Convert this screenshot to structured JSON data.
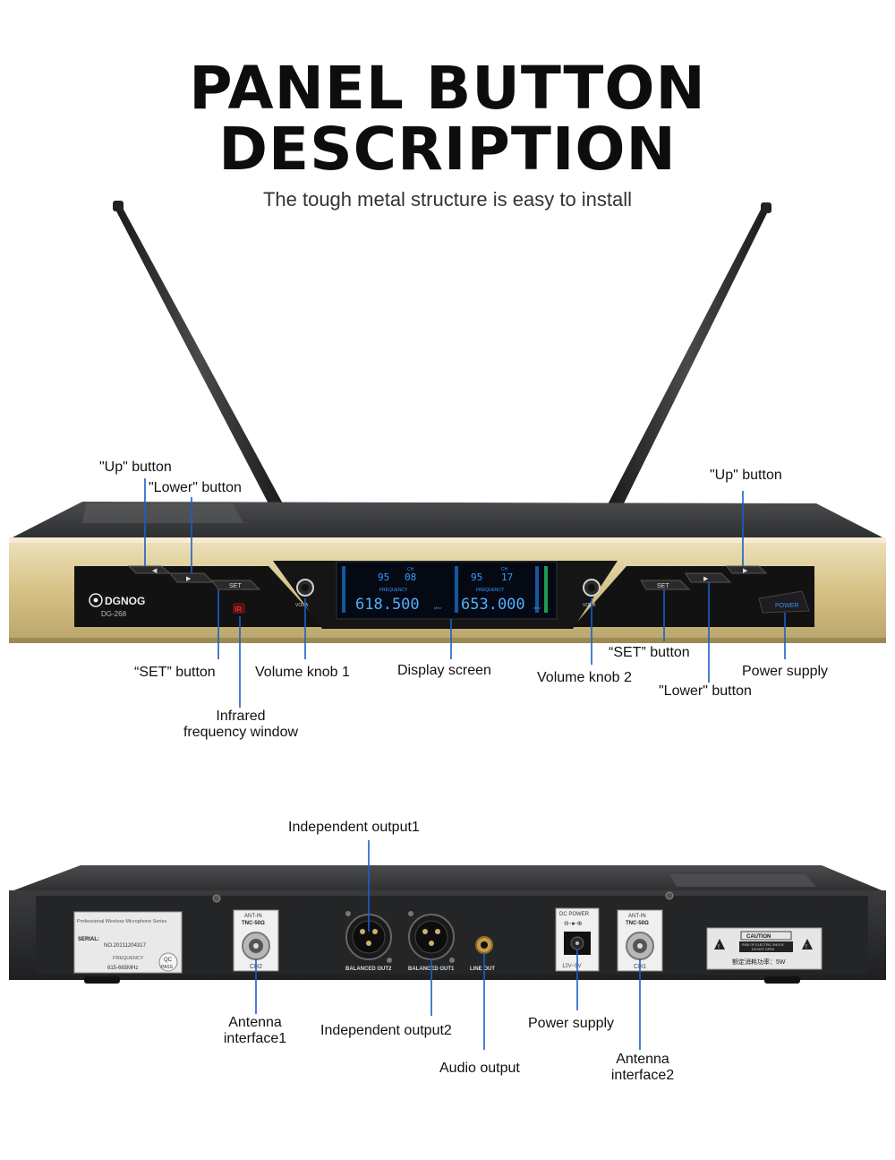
{
  "heading": {
    "line1": "PANEL BUTTON",
    "line2": "DESCRIPTION",
    "subtitle": "The tough metal structure is easy to install"
  },
  "front_panel": {
    "brand": "DGNOG",
    "model": "DG-268",
    "button_set_left": "SET",
    "button_set_right": "SET",
    "ir_mark": "IR",
    "vol_a": "VOL A",
    "vol_b": "VOL B",
    "power_button": "POWER",
    "display": {
      "freq_label": "FREQUENCY",
      "ch_label": "CH",
      "unit": "MHz",
      "left": {
        "top_left": "95",
        "top_right": "08",
        "frequency": "618.500"
      },
      "right": {
        "top_left": "95",
        "top_right": "17",
        "frequency": "653.000"
      }
    },
    "callouts": {
      "up_left": "\"Up\" button",
      "lower_left": "\"Lower\" button",
      "up_right": "\"Up\" button",
      "set_left": "“SET” button",
      "volume1": "Volume knob 1",
      "display": "Display screen",
      "volume2": "Volume knob 2",
      "set_right": "“SET” button",
      "power": "Power supply",
      "lower_right": "\"Lower\" button",
      "infrared_line1": "Infrared",
      "infrared_line2": "frequency window"
    }
  },
  "back_panel": {
    "sticker_title": "Professional Wireless Microphone Series",
    "serial_label": "SERIAL:",
    "serial_value": "NO.20211204317",
    "frequency_label": "FREQUENCY",
    "frequency_value": "615-665MHz",
    "qc": "QC",
    "pass": "PASS",
    "ant_in": "ANT-IN",
    "tnc": "TNC-50Ω",
    "ch2": "CH2",
    "ch1": "CH1",
    "balanced_out2": "BALANCED OUT2",
    "balanced_out1": "BALANCED OUT1",
    "line_out": "LINE OUT",
    "dc_power": "DC POWER",
    "dc_voltage": "12V~5V",
    "caution": "CAUTION",
    "caution_line1": "RISK OF ELECTRIC SHOCK",
    "caution_line2": "DO NOT OPEN",
    "power_rating": "额定消耗功率：5W",
    "callouts": {
      "independent_output1": "Independent output1",
      "antenna1_line1": "Antenna",
      "antenna1_line2": "interface1",
      "independent_output2": "Independent output2",
      "power": "Power supply",
      "audio": "Audio output",
      "antenna2_line1": "Antenna",
      "antenna2_line2": "interface2"
    }
  },
  "colors": {
    "gold": "#d8c68f",
    "panel_black": "#111111",
    "lcd_blue": "#2f8cf0",
    "leader_blue": "#1a5fc8",
    "chassis": "#2a2b2d"
  }
}
